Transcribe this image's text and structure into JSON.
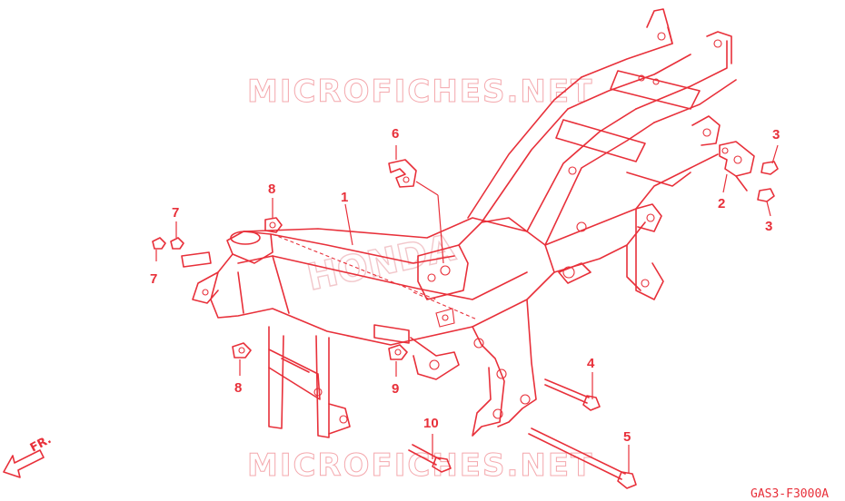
{
  "watermark_top": "MICROFICHES.NET",
  "watermark_bottom": "MICROFICHES.NET",
  "brand_watermark": "HONDA",
  "diagram_code": "GAS3-F3000A",
  "front_marker": "FR.",
  "colors": {
    "line": "#e8303a",
    "watermark": "#f4a9ae"
  },
  "callouts": {
    "c1": "1",
    "c2": "2",
    "c3a": "3",
    "c3b": "3",
    "c4": "4",
    "c5": "5",
    "c6": "6",
    "c7a": "7",
    "c7b": "7",
    "c8a": "8",
    "c8b": "8",
    "c9": "9",
    "c10": "10"
  }
}
